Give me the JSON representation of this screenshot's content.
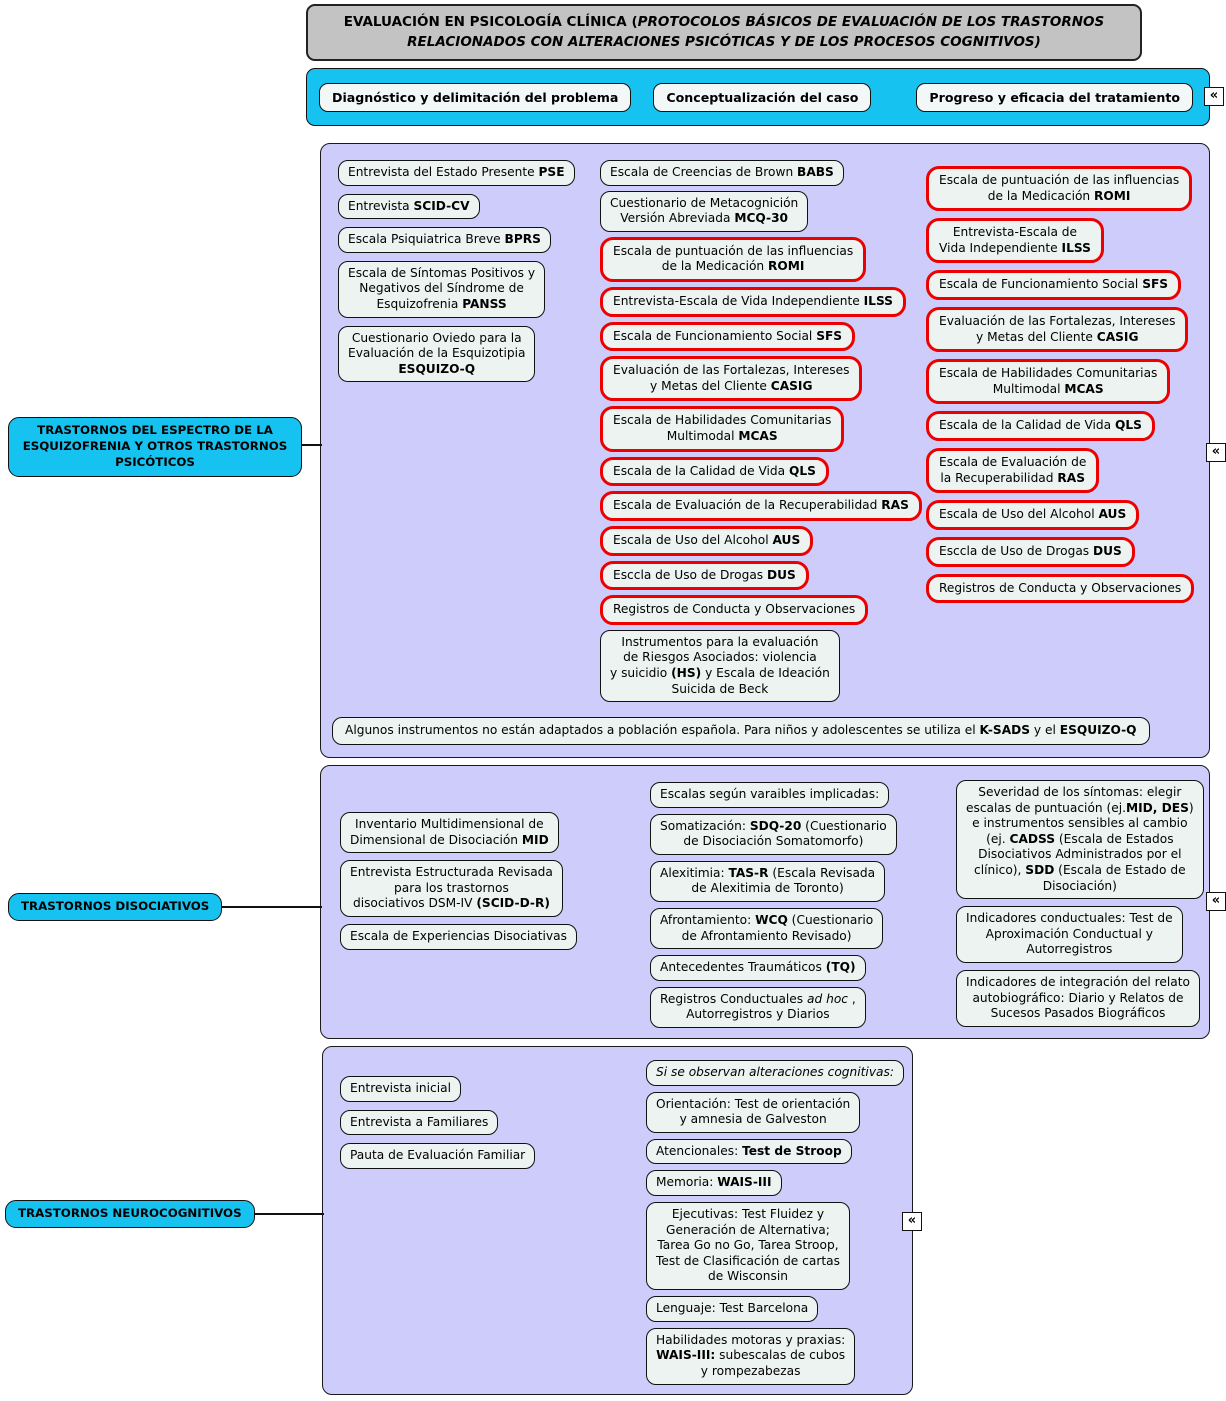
{
  "title": {
    "segments": [
      {
        "t": "EVALUACIÓN EN PSICOLOGÍA CLÍNICA ("
      },
      {
        "t": "PROTOCOLOS BÁSICOS DE EVALUACIÓN DE LOS TRASTORNOS\nRELACIONADOS CON ALTERACIONES PSICÓTICAS Y DE LOS PROCESOS COGNITIVOS)",
        "i": true
      }
    ]
  },
  "phases": {
    "items": [
      {
        "label": "Diagnóstico y delimitación del problema"
      },
      {
        "label": "Conceptualización del caso"
      },
      {
        "label": "Progreso y eficacia del tratamiento"
      }
    ]
  },
  "collapse_icon": "«",
  "colors": {
    "accent_cyan": "#16c2f0",
    "panel_lavender": "#cdccfa",
    "node_fill": "#edf3f1",
    "red_border": "#ec0000",
    "title_gray": "#c3c3c3"
  },
  "sections": [
    {
      "label": "TRASTORNOS DEL ESPECTRO DE LA\nESQUIZOFRENIA Y OTROS TRASTORNOS\nPSICÓTICOS",
      "columns": [
        [
          {
            "style": "black",
            "segments": [
              {
                "t": "Entrevista del Estado Presente "
              },
              {
                "t": "PSE",
                "b": true
              }
            ]
          },
          {
            "style": "black",
            "segments": [
              {
                "t": "Entrevista "
              },
              {
                "t": "SCID-CV",
                "b": true
              }
            ]
          },
          {
            "style": "black",
            "segments": [
              {
                "t": "Escala Psiquiatrica Breve "
              },
              {
                "t": "BPRS",
                "b": true
              }
            ]
          },
          {
            "style": "black",
            "segments": [
              {
                "t": "Escala de Síntomas Positivos y\nNegativos del Síndrome de\nEsquizofrenia "
              },
              {
                "t": "PANSS",
                "b": true
              }
            ]
          },
          {
            "style": "black",
            "segments": [
              {
                "t": "Cuestionario Oviedo para la\nEvaluación de la Esquizotipia\n"
              },
              {
                "t": "ESQUIZO-Q",
                "b": true
              }
            ]
          }
        ],
        [
          {
            "style": "black",
            "segments": [
              {
                "t": "Escala de Creencias de Brown "
              },
              {
                "t": "BABS",
                "b": true
              }
            ]
          },
          {
            "style": "black",
            "segments": [
              {
                "t": "Cuestionario de Metacognición\nVersión Abreviada "
              },
              {
                "t": "MCQ-30",
                "b": true
              }
            ]
          },
          {
            "style": "red",
            "segments": [
              {
                "t": "Escala de puntuación de las influencias\nde la Medicación "
              },
              {
                "t": "ROMI",
                "b": true
              }
            ]
          },
          {
            "style": "red",
            "segments": [
              {
                "t": "Entrevista-Escala de Vida Independiente "
              },
              {
                "t": "ILSS",
                "b": true
              }
            ]
          },
          {
            "style": "red",
            "segments": [
              {
                "t": "Escala de Funcionamiento Social "
              },
              {
                "t": "SFS",
                "b": true
              }
            ]
          },
          {
            "style": "red",
            "segments": [
              {
                "t": "Evaluación de las Fortalezas, Intereses\ny Metas del Cliente "
              },
              {
                "t": "CASIG",
                "b": true
              }
            ]
          },
          {
            "style": "red",
            "segments": [
              {
                "t": "Escala de Habilidades Comunitarias\nMultimodal "
              },
              {
                "t": "MCAS",
                "b": true
              }
            ]
          },
          {
            "style": "red",
            "segments": [
              {
                "t": "Escala de la Calidad de Vida "
              },
              {
                "t": "QLS",
                "b": true
              }
            ]
          },
          {
            "style": "red",
            "segments": [
              {
                "t": "Escala de Evaluación de la Recuperabilidad "
              },
              {
                "t": "RAS",
                "b": true
              }
            ]
          },
          {
            "style": "red",
            "segments": [
              {
                "t": "Escala de Uso del Alcohol "
              },
              {
                "t": "AUS",
                "b": true
              }
            ]
          },
          {
            "style": "red",
            "segments": [
              {
                "t": "Esccla de Uso de Drogas "
              },
              {
                "t": "DUS",
                "b": true
              }
            ]
          },
          {
            "style": "red",
            "segments": [
              {
                "t": "Registros de Conducta y Observaciones"
              }
            ]
          },
          {
            "style": "black",
            "segments": [
              {
                "t": "Instrumentos para la evaluación\nde Riesgos Asociados: violencia\ny suicidio "
              },
              {
                "t": "(HS)",
                "b": true
              },
              {
                "t": " y Escala de Ideación\nSuicida de Beck"
              }
            ]
          }
        ],
        [
          {
            "style": "red",
            "segments": [
              {
                "t": "Escala de puntuación de las influencias\nde la Medicación "
              },
              {
                "t": "ROMI",
                "b": true
              }
            ]
          },
          {
            "style": "red",
            "segments": [
              {
                "t": "Entrevista-Escala de\nVida Independiente "
              },
              {
                "t": "ILSS",
                "b": true
              }
            ]
          },
          {
            "style": "red",
            "segments": [
              {
                "t": "Escala de Funcionamiento Social "
              },
              {
                "t": "SFS",
                "b": true
              }
            ]
          },
          {
            "style": "red",
            "segments": [
              {
                "t": "Evaluación de las Fortalezas, Intereses\ny Metas del Cliente "
              },
              {
                "t": "CASIG",
                "b": true
              }
            ]
          },
          {
            "style": "red",
            "segments": [
              {
                "t": "Escala de Habilidades Comunitarias\nMultimodal "
              },
              {
                "t": "MCAS",
                "b": true
              }
            ]
          },
          {
            "style": "red",
            "segments": [
              {
                "t": "Escala de la Calidad de Vida "
              },
              {
                "t": "QLS",
                "b": true
              }
            ]
          },
          {
            "style": "red",
            "segments": [
              {
                "t": "Escala de Evaluación de\nla Recuperabilidad "
              },
              {
                "t": "RAS",
                "b": true
              }
            ]
          },
          {
            "style": "red",
            "segments": [
              {
                "t": "Escala de Uso del Alcohol "
              },
              {
                "t": "AUS",
                "b": true
              }
            ]
          },
          {
            "style": "red",
            "segments": [
              {
                "t": "Esccla de Uso de Drogas "
              },
              {
                "t": "DUS",
                "b": true
              }
            ]
          },
          {
            "style": "red",
            "segments": [
              {
                "t": "Registros de Conducta y Observaciones"
              }
            ]
          }
        ]
      ],
      "footer": {
        "segments": [
          {
            "t": "Algunos instrumentos no están adaptados a población española. Para niños y adolescentes se utiliza el "
          },
          {
            "t": "K-SADS",
            "b": true
          },
          {
            "t": " y el "
          },
          {
            "t": "ESQUIZO-Q",
            "b": true
          }
        ]
      }
    },
    {
      "label": "TRASTORNOS DISOCIATIVOS",
      "columns": [
        [
          {
            "style": "black",
            "segments": [
              {
                "t": "Inventario Multidimensional de\nDimensional de Disociación "
              },
              {
                "t": "MID",
                "b": true
              }
            ]
          },
          {
            "style": "black",
            "segments": [
              {
                "t": "Entrevista Estructurada Revisada\npara los trastornos\ndisociativos DSM-IV "
              },
              {
                "t": "(SCID-D-R)",
                "b": true
              }
            ]
          },
          {
            "style": "black",
            "segments": [
              {
                "t": "Escala de Experiencias Disociativas"
              }
            ]
          }
        ],
        [
          {
            "style": "black",
            "segments": [
              {
                "t": "Escalas según varaibles implicadas:"
              }
            ]
          },
          {
            "style": "black",
            "segments": [
              {
                "t": "Somatización: "
              },
              {
                "t": "SDQ-20",
                "b": true
              },
              {
                "t": " (Cuestionario\nde Disociación Somatomorfo)"
              }
            ]
          },
          {
            "style": "black",
            "segments": [
              {
                "t": "Alexitimia: "
              },
              {
                "t": "TAS-R",
                "b": true
              },
              {
                "t": " (Escala Revisada\nde Alexitimia de Toronto)"
              }
            ]
          },
          {
            "style": "black",
            "segments": [
              {
                "t": "Afrontamiento: "
              },
              {
                "t": "WCQ",
                "b": true
              },
              {
                "t": " (Cuestionario\nde Afrontamiento Revisado)"
              }
            ]
          },
          {
            "style": "black",
            "segments": [
              {
                "t": "Antecedentes Traumáticos "
              },
              {
                "t": "(TQ)",
                "b": true
              }
            ]
          },
          {
            "style": "black",
            "segments": [
              {
                "t": "Registros Conductuales "
              },
              {
                "t": "ad hoc",
                "i": true
              },
              {
                "t": " ,\nAutorregistros y Diarios"
              }
            ]
          }
        ],
        [
          {
            "style": "black",
            "segments": [
              {
                "t": "Severidad de los síntomas: elegir\nescalas de puntuación (ej."
              },
              {
                "t": "MID, DES",
                "b": true
              },
              {
                "t": ")\ne instrumentos sensibles al cambio\n(ej. "
              },
              {
                "t": "CADSS",
                "b": true
              },
              {
                "t": " (Escala de Estados\nDisociativos Administrados por el\nclínico), "
              },
              {
                "t": "SDD",
                "b": true
              },
              {
                "t": " (Escala de Estado de\nDisociación)"
              }
            ]
          },
          {
            "style": "black",
            "segments": [
              {
                "t": "Indicadores conductuales: Test de\nAproximación Conductual y\nAutorregistros"
              }
            ]
          },
          {
            "style": "black",
            "segments": [
              {
                "t": "Indicadores de integración del relato\nautobiográfico: Diario y Relatos de\nSucesos Pasados Biográficos"
              }
            ]
          }
        ]
      ]
    },
    {
      "label": "TRASTORNOS NEUROCOGNITIVOS",
      "columns": [
        [
          {
            "style": "black",
            "segments": [
              {
                "t": "Entrevista inicial"
              }
            ]
          },
          {
            "style": "black",
            "segments": [
              {
                "t": "Entrevista a Familiares"
              }
            ]
          },
          {
            "style": "black",
            "segments": [
              {
                "t": "Pauta de Evaluación Familiar"
              }
            ]
          }
        ],
        [
          {
            "style": "black",
            "segments": [
              {
                "t": "Si se observan alteraciones cognitivas:",
                "i": true
              }
            ]
          },
          {
            "style": "black",
            "segments": [
              {
                "t": "Orientación: Test de orientación\ny amnesia de Galveston"
              }
            ]
          },
          {
            "style": "black",
            "segments": [
              {
                "t": "Atencionales: "
              },
              {
                "t": "Test de Stroop",
                "b": true
              }
            ]
          },
          {
            "style": "black",
            "segments": [
              {
                "t": "Memoria: "
              },
              {
                "t": "WAIS-III",
                "b": true
              }
            ]
          },
          {
            "style": "black",
            "segments": [
              {
                "t": "Ejecutivas: Test Fluidez y\nGeneración de Alternativa;\nTarea Go no Go, Tarea Stroop,\nTest de Clasificación de cartas\nde Wisconsin"
              }
            ]
          },
          {
            "style": "black",
            "segments": [
              {
                "t": "Lenguaje: Test Barcelona"
              }
            ]
          },
          {
            "style": "black",
            "segments": [
              {
                "t": "Habilidades motoras y praxias:\n"
              },
              {
                "t": "WAIS-III:",
                "b": true
              },
              {
                "t": " subescalas de cubos\ny rompezabezas"
              }
            ]
          }
        ]
      ]
    }
  ]
}
